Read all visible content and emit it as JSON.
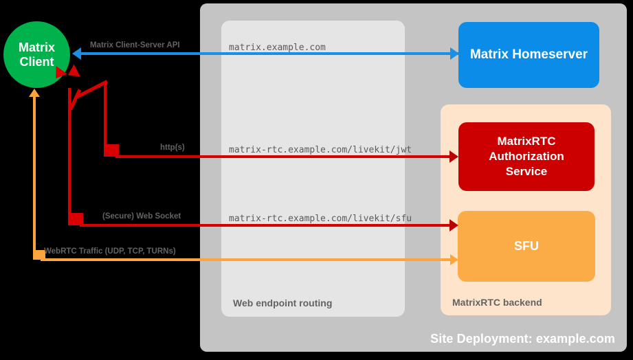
{
  "diagram": {
    "site": {
      "label": "Site Deployment: example.com",
      "color": "#c4c4c4"
    },
    "routing_zone": {
      "label": "Web endpoint routing",
      "color": "#e5e5e5"
    },
    "backend_zone": {
      "label": "MatrixRTC backend",
      "color": "#fde4cb"
    },
    "nodes": [
      {
        "id": "client",
        "label": "Matrix\nClient",
        "line1": "Matrix",
        "line2": "Client",
        "color": "#00b24b",
        "shape": "circle"
      },
      {
        "id": "homeserver",
        "label": "Matrix Homeserver",
        "color": "#0c8ce9",
        "shape": "rounded-rect"
      },
      {
        "id": "authsvc",
        "label": "MatrixRTC Authorization Service",
        "line1": "MatrixRTC",
        "line2": "Authorization",
        "line3": "Service",
        "color": "#cc0000",
        "shape": "rounded-rect"
      },
      {
        "id": "sfu",
        "label": "SFU",
        "color": "#fcac46",
        "shape": "rounded-rect"
      }
    ],
    "edges": [
      {
        "id": "cs-api",
        "protocol_label": "Matrix Client-Server API",
        "endpoint_label": "matrix.example.com",
        "color": "#1a8fe3",
        "from": "homeserver",
        "to": "client"
      },
      {
        "id": "livekit-jwt",
        "protocol_label": "http(s)",
        "endpoint_label": "matrix-rtc.example.com/livekit/jwt",
        "color": "#d80000",
        "from": "client",
        "to": "authsvc"
      },
      {
        "id": "livekit-sfu",
        "protocol_label": "(Secure) Web Socket",
        "endpoint_label": "matrix-rtc.example.com/livekit/sfu",
        "color": "#d80000",
        "from": "client",
        "to": "sfu"
      },
      {
        "id": "webrtc",
        "protocol_label": "WebRTC Traffic (UDP, TCP, TURNs)",
        "endpoint_label": "",
        "color": "#fba53c",
        "from": "client",
        "to": "sfu"
      }
    ]
  }
}
